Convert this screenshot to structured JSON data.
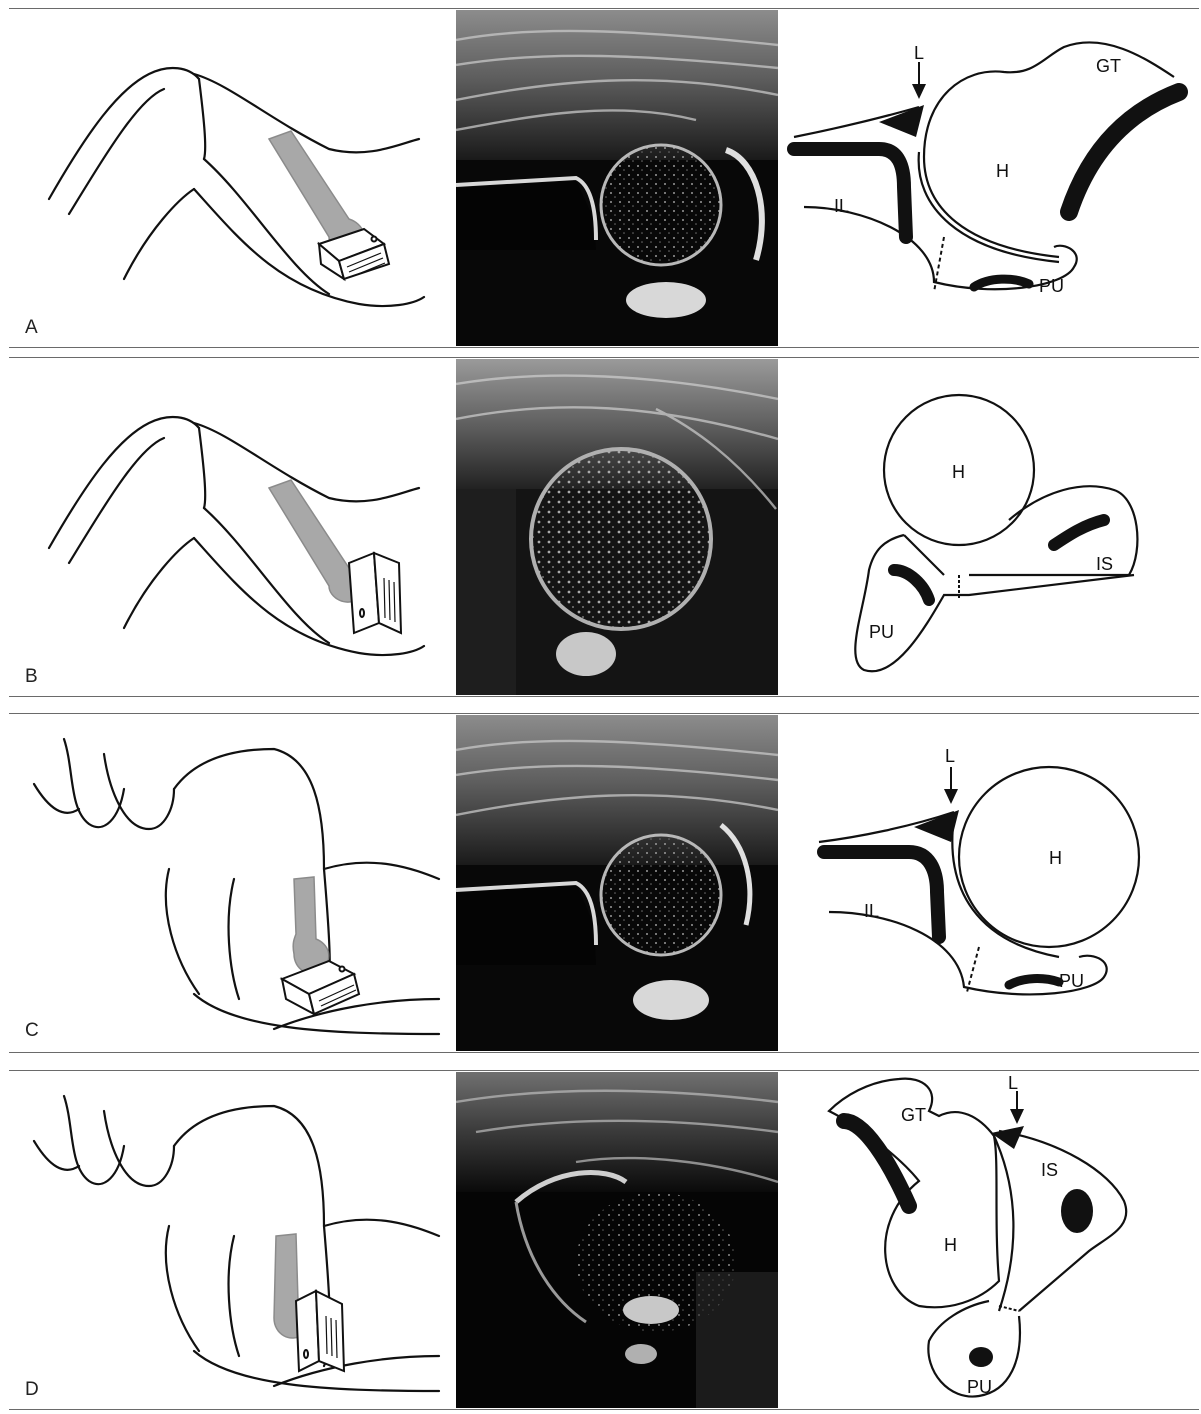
{
  "panels": [
    {
      "id": "A",
      "letter": "A",
      "labels": {
        "L": "L",
        "H": "H",
        "IL": "IL",
        "GT": "GT",
        "PU": "PU"
      }
    },
    {
      "id": "B",
      "letter": "B",
      "labels": {
        "H": "H",
        "IS": "IS",
        "PU": "PU"
      }
    },
    {
      "id": "C",
      "letter": "C",
      "labels": {
        "L": "L",
        "H": "H",
        "IL": "IL",
        "PU": "PU"
      }
    },
    {
      "id": "D",
      "letter": "D",
      "labels": {
        "L": "L",
        "H": "H",
        "GT": "GT",
        "IS": "IS",
        "PU": "PU"
      }
    }
  ],
  "colors": {
    "ink": "#111111",
    "probe": "#9a9a9a",
    "ultrasound_bg": "#050505"
  }
}
